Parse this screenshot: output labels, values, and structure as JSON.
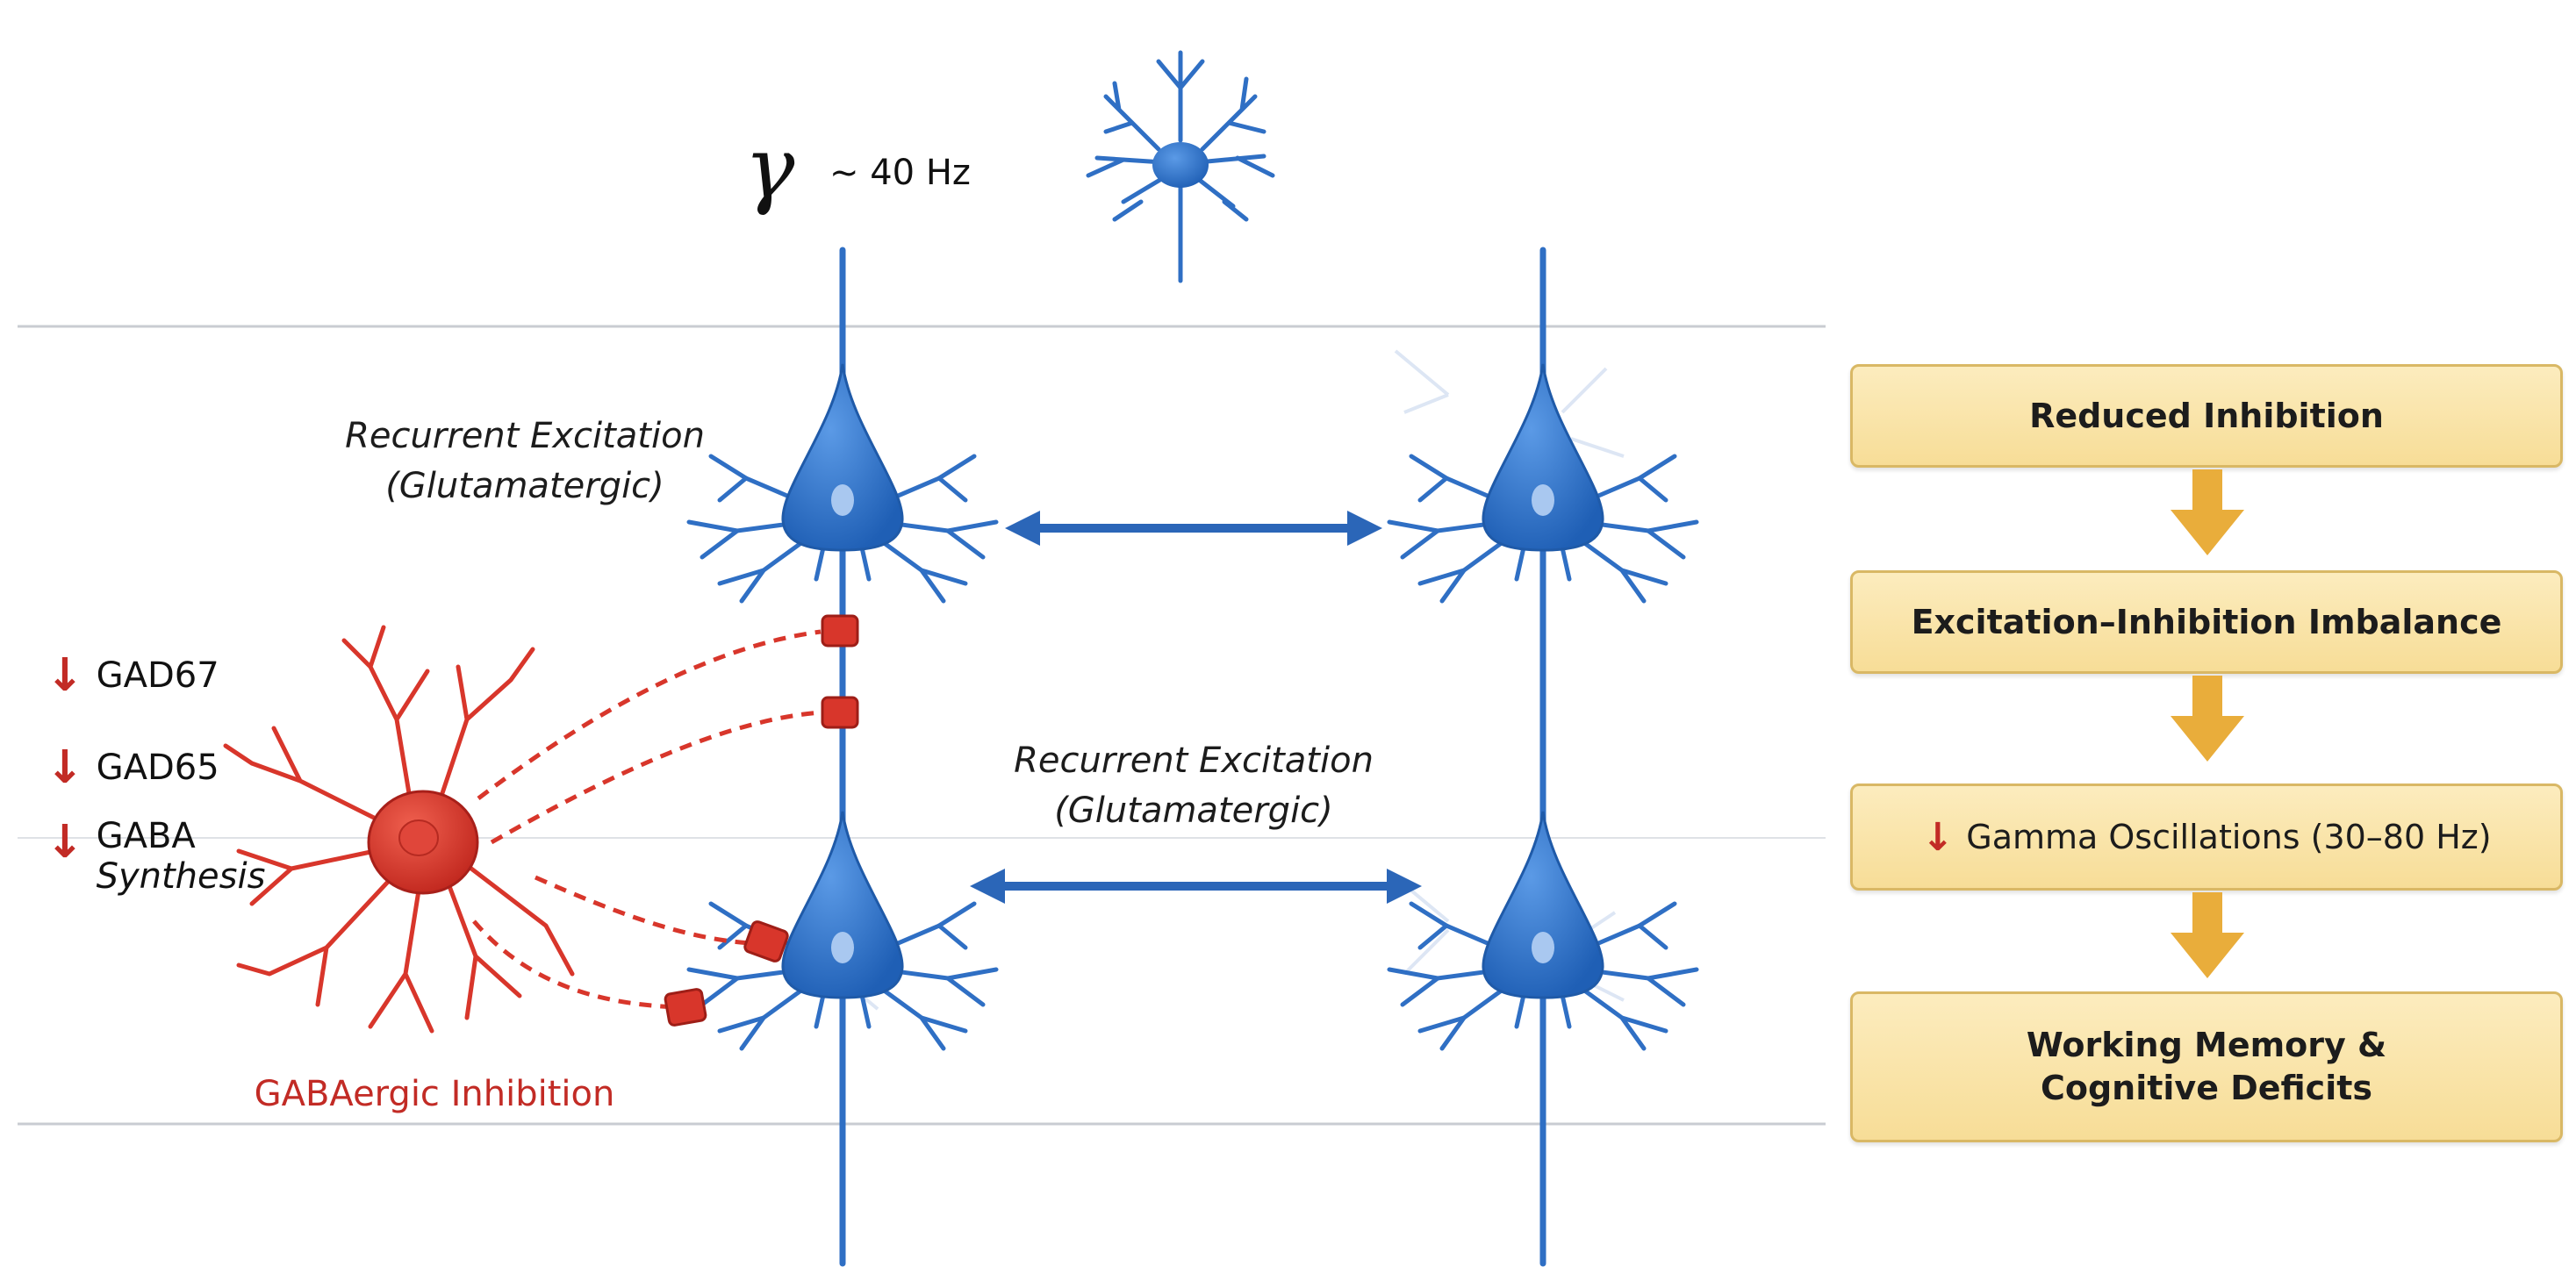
{
  "oscillation": {
    "symbol": "γ",
    "text": "~ 40 Hz"
  },
  "labels": {
    "excitation_top": {
      "line1": "Recurrent Excitation",
      "line2": "(Glutamatergic)"
    },
    "excitation_mid": {
      "line1": "Recurrent Excitation",
      "line2": "(Glutamatergic)"
    },
    "inhibition": "GABAergic Inhibition"
  },
  "markers": [
    {
      "arrow": "↓",
      "text": "GAD67"
    },
    {
      "arrow": "↓",
      "text": "GAD65"
    },
    {
      "arrow": "↓",
      "text": "GABA",
      "subtext": "Synthesis"
    }
  ],
  "flow": {
    "box1": "Reduced Inhibition",
    "box2": "Excitation–Inhibition Imbalance",
    "box3": {
      "arrow": "↓",
      "text": "Gamma Oscillations (30–80 Hz)"
    },
    "box4": {
      "line1": "Working Memory &",
      "line2": "Cognitive Deficits"
    }
  },
  "colors": {
    "excitatory_neuron": "#2f6fc4",
    "inhibitory_neuron": "#d8362b",
    "flow_box": "#f8e2a4",
    "flow_arrow": "#e9ad3b",
    "decrease_arrow": "#c22b25"
  }
}
